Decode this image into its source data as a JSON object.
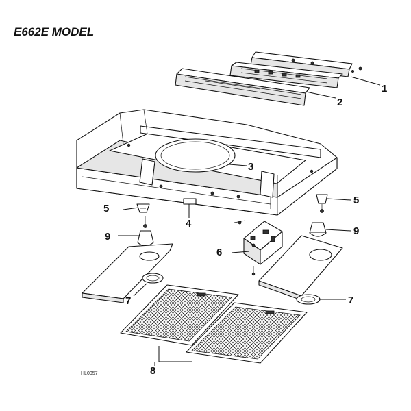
{
  "title": "E662E MODEL",
  "drawing_code": "HL0057",
  "callouts": [
    {
      "id": "c1",
      "label": "1"
    },
    {
      "id": "c2",
      "label": "2"
    },
    {
      "id": "c3",
      "label": "3"
    },
    {
      "id": "c4",
      "label": "4"
    },
    {
      "id": "c5l",
      "label": "5"
    },
    {
      "id": "c5r",
      "label": "5"
    },
    {
      "id": "c6",
      "label": "6"
    },
    {
      "id": "c7l",
      "label": "7"
    },
    {
      "id": "c7r",
      "label": "7"
    },
    {
      "id": "c8",
      "label": "8"
    },
    {
      "id": "c9l",
      "label": "9"
    },
    {
      "id": "c9r",
      "label": "9"
    }
  ]
}
